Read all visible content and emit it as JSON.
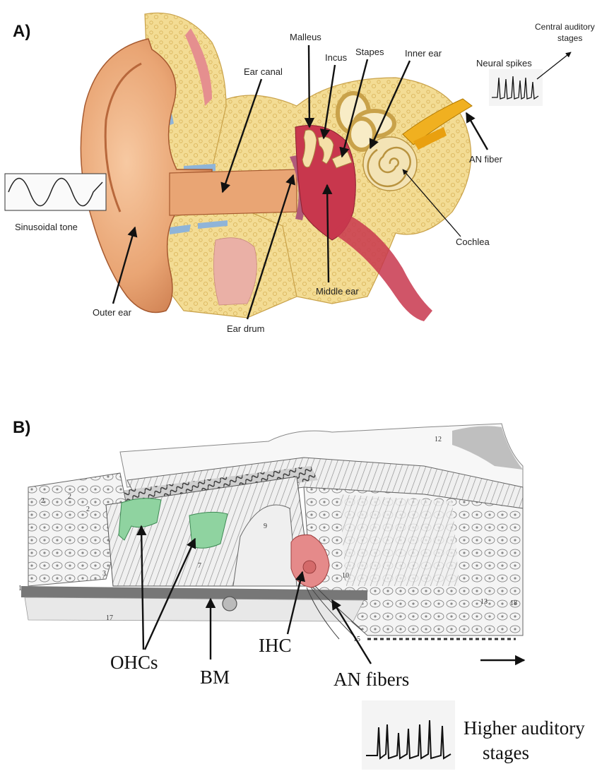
{
  "panel_a": {
    "letter": "A)",
    "labels": {
      "malleus": "Malleus",
      "incus": "Incus",
      "stapes": "Stapes",
      "inner_ear": "Inner ear",
      "central_auditory_line1": "Central auditory",
      "central_auditory_line2": "stages",
      "neural_spikes": "Neural spikes",
      "ear_canal": "Ear canal",
      "an_fiber": "AN fiber",
      "sinusoidal_tone": "Sinusoidal tone",
      "cochlea": "Cochlea",
      "outer_ear": "Outer ear",
      "middle_ear": "Middle ear",
      "ear_drum": "Ear drum"
    }
  },
  "panel_b": {
    "letter": "B)",
    "labels": {
      "ohcs": "OHCs",
      "bm": "BM",
      "ihc": "IHC",
      "an_fibers": "AN fibers",
      "higher_line1": "Higher auditory",
      "higher_line2": "stages"
    },
    "structure_numbers": [
      "2",
      "2",
      "2",
      "3",
      "7",
      "9",
      "10",
      "12",
      "13",
      "15",
      "17",
      "18",
      "1"
    ]
  },
  "colors": {
    "skin": "#e8a878",
    "bone": "#f2d78a",
    "middle_ear_red": "#c8374d",
    "blue_cartilage": "#8fb4d8",
    "ohc_green": "#8fd3a0",
    "ihc_red": "#e58a8a",
    "an_fiber_yellow": "#f0b020"
  }
}
